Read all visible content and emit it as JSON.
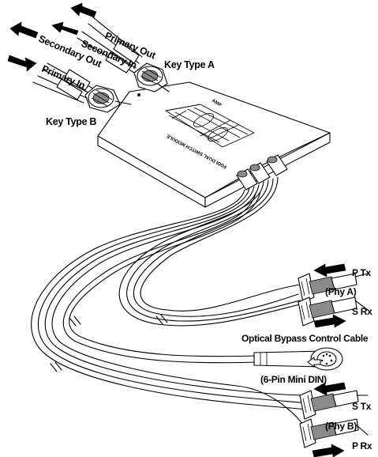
{
  "labels": {
    "primary_out": "Primary Out",
    "secondary_in": "Secondary In",
    "secondary_out": "Secondary Out",
    "primary_in": "Primary In",
    "key_type_a": "Key Type A",
    "key_type_b": "Key Type B",
    "p_tx": "P Tx",
    "phy_a": "(Phy A)",
    "s_rx": "S Rx",
    "optical_bypass": "Optical Bypass Control Cable",
    "mini_din": "(6-Pin Mini DIN)",
    "s_tx": "S Tx",
    "phy_b": "(Phy B)",
    "p_rx": "P Rx"
  },
  "module": {
    "line1": "FDDI DUAL SWITCH MODULE",
    "brand": "AMP"
  }
}
